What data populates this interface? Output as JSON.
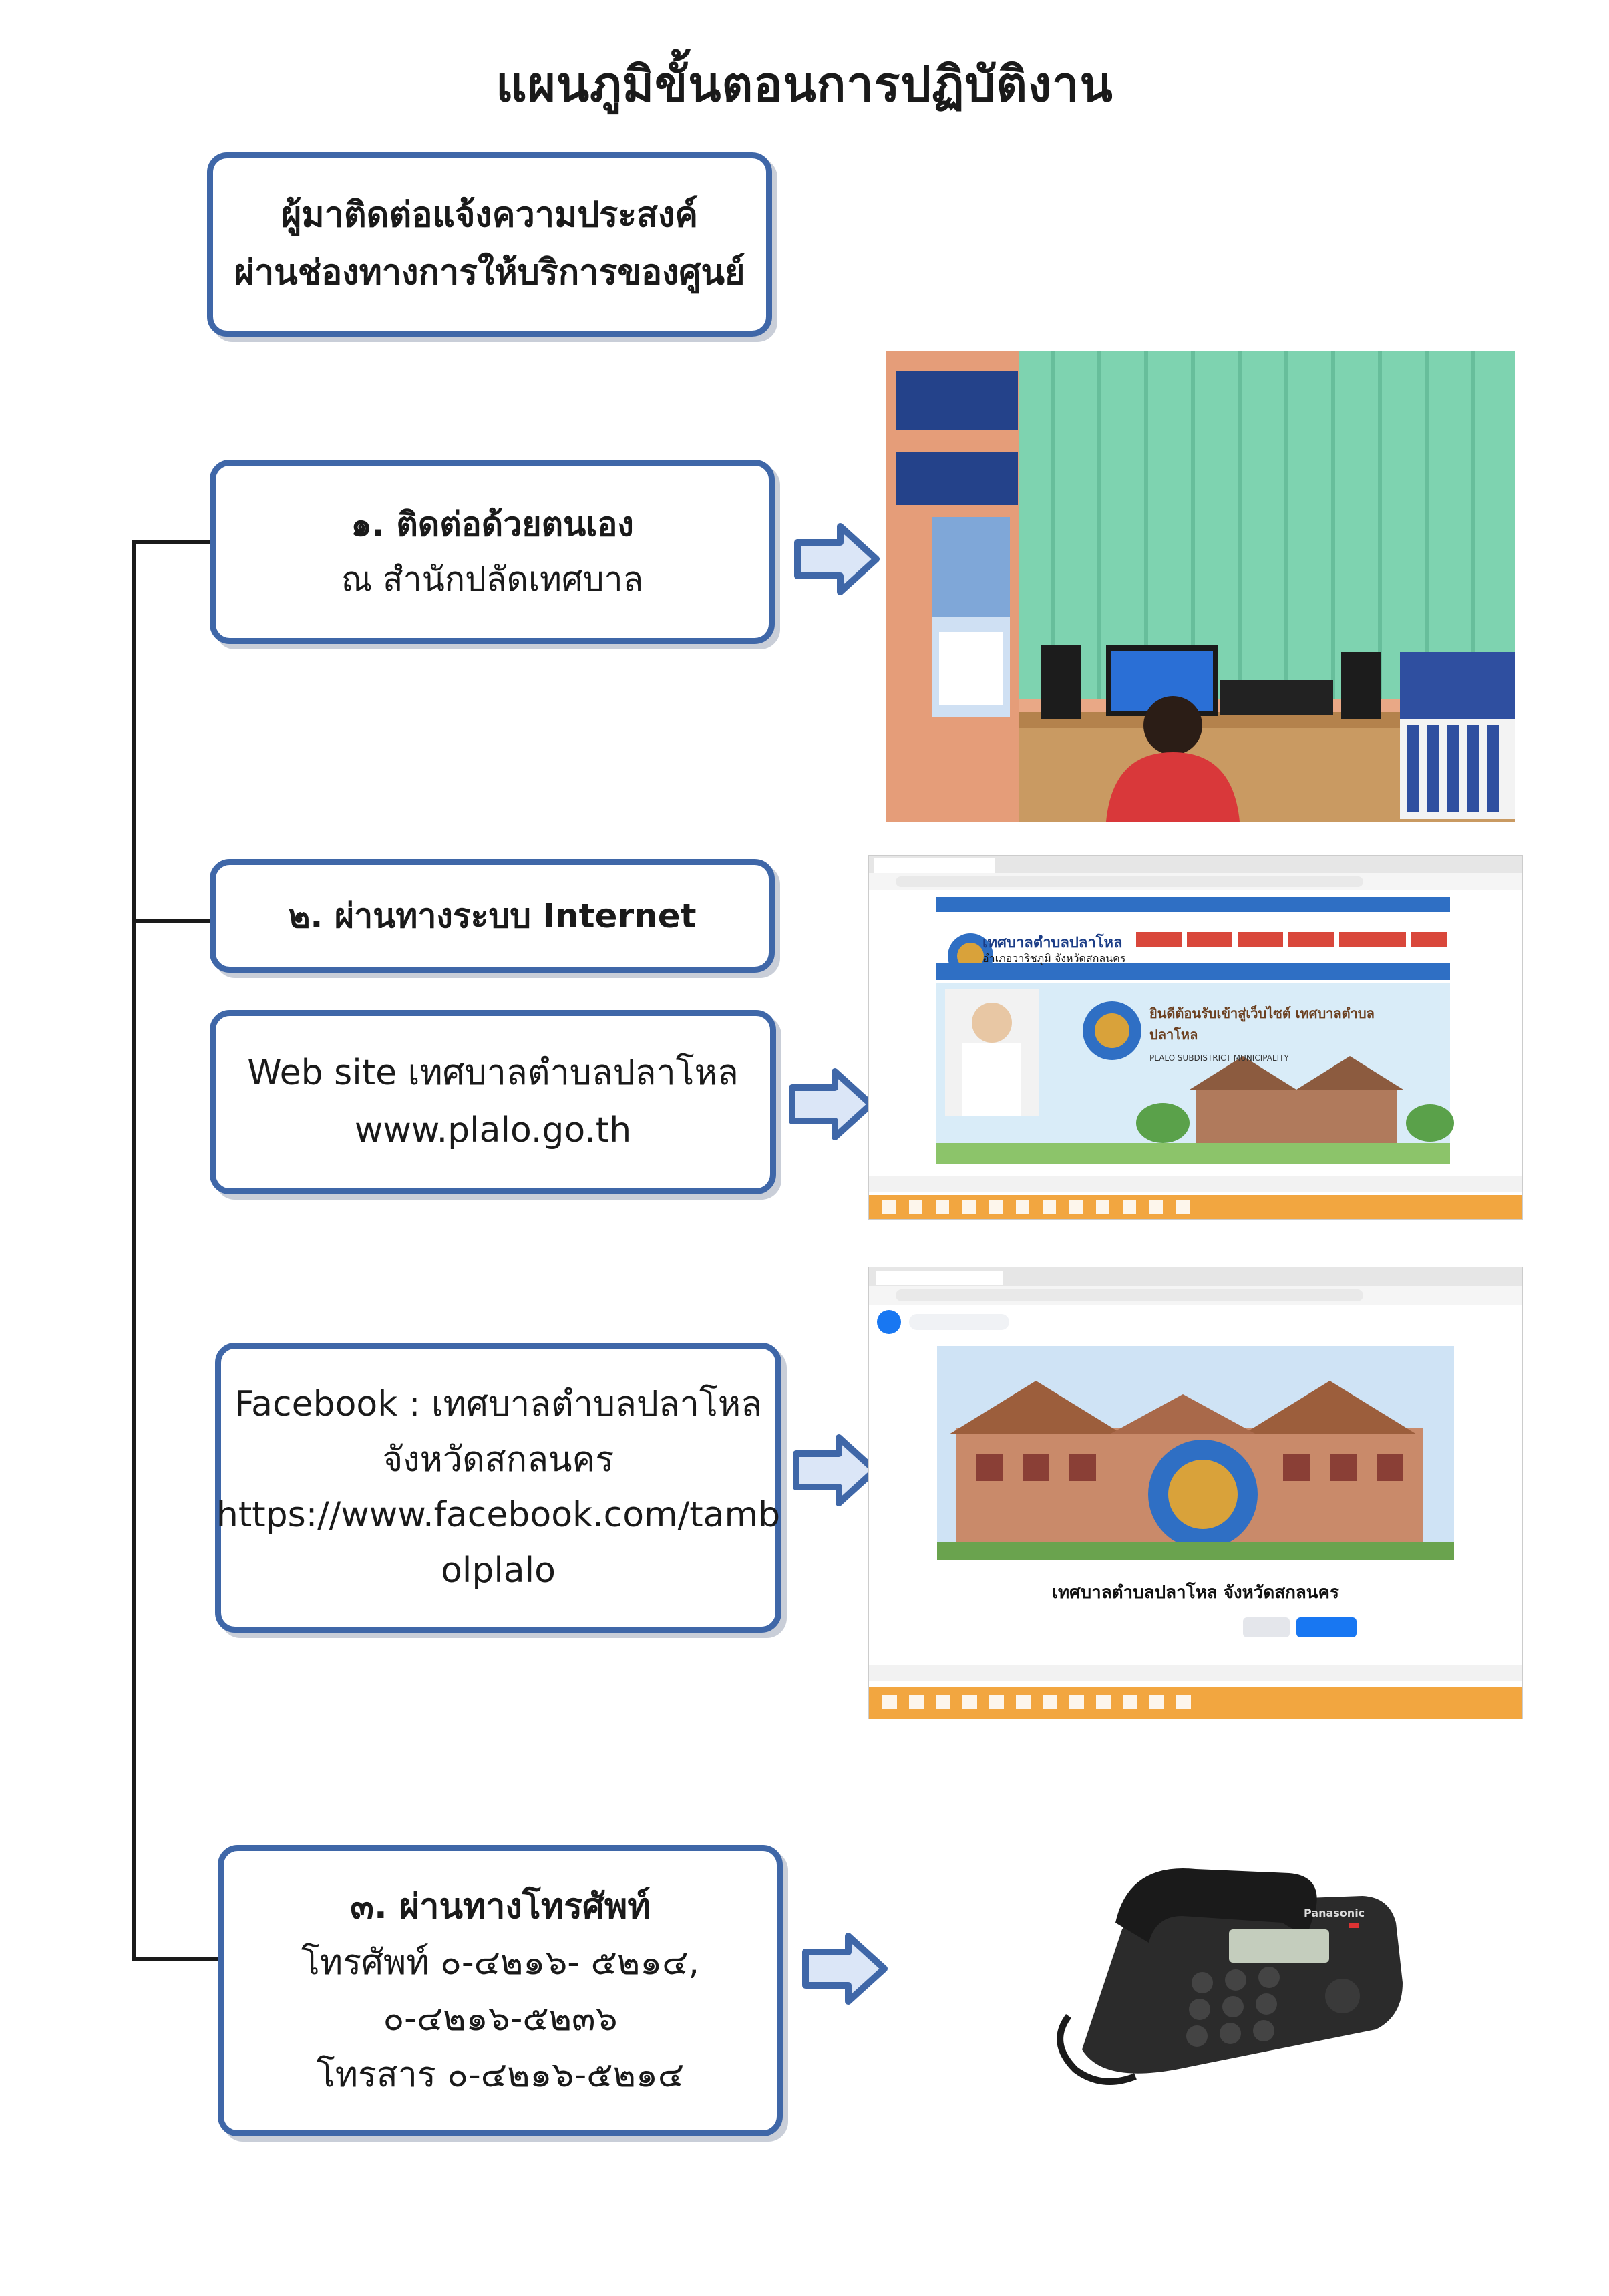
{
  "title": "แผนภูมิขั้นตอนการปฏิบัติงาน",
  "start": {
    "line1": "ผู้มาติดต่อแจ้งความประสงค์",
    "line2": "ผ่านช่องทางการให้บริการของศูนย์"
  },
  "channel1": {
    "label": "๑. ติดต่อด้วยตนเอง",
    "detail": "ณ สำนักปลัดเทศบาล"
  },
  "channel2": {
    "label": "๒. ผ่านทางระบบ Internet",
    "website_line1": "Web site เทศบาลตำบลปลาโหล",
    "website_line2": "www.plalo.go.th",
    "facebook_line1": "Facebook : เทศบาลตำบลปลาโหล",
    "facebook_line2": "จังหวัดสกลนคร",
    "facebook_line3": "https://www.facebook.com/tamb",
    "facebook_line4": "olplalo"
  },
  "channel3": {
    "label": "๓. ผ่านทางโทรศัพท์",
    "phone_line1": "โทรศัพท์ ๐-๔๒๑๖- ๕๒๑๔,",
    "phone_line2": "๐-๔๒๑๖-๕๒๓๖",
    "fax_line": "โทรสาร ๐-๔๒๑๖-๕๒๑๔"
  },
  "screenshots": {
    "website_header": "เทศบาลตำบลปลาโหล",
    "website_subheader": "อำเภอวาริชภูมิ จังหวัดสกลนคร",
    "website_banner": "ยินดีต้อนรับเข้าสู่เว็บไซต์ เทศบาลตำบลปลาโหล",
    "website_banner_en": "PLALO SUBDISTRICT MUNICIPALITY",
    "facebook_page_name": "เทศบาลตำบลปลาโหล จังหวัดสกลนคร",
    "phone_brand": "Panasonic"
  },
  "colors": {
    "box_border": "#3f67a8",
    "arrow_blue": "#3f67a8",
    "curtain": "#7ed3b0",
    "wall": "#e9a886",
    "web_blue": "#2f6fc4",
    "web_red": "#d9473b",
    "fb_blue": "#1877f2",
    "taskbar": "#f2a640"
  }
}
